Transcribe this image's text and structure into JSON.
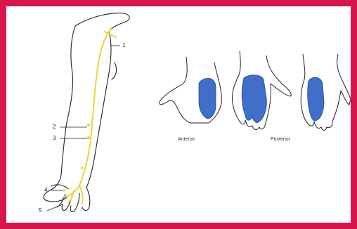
{
  "figure": {
    "colors": {
      "frame": "#d6164c",
      "nerve": "#f0d23a",
      "shade": "#3f6fc8",
      "outline": "#222222"
    },
    "arm": {
      "labels": [
        "1",
        "2",
        "3",
        "4",
        "5"
      ]
    },
    "hands": {
      "captions": {
        "anterior": "Anterior",
        "posterior": "Posterior"
      }
    }
  }
}
